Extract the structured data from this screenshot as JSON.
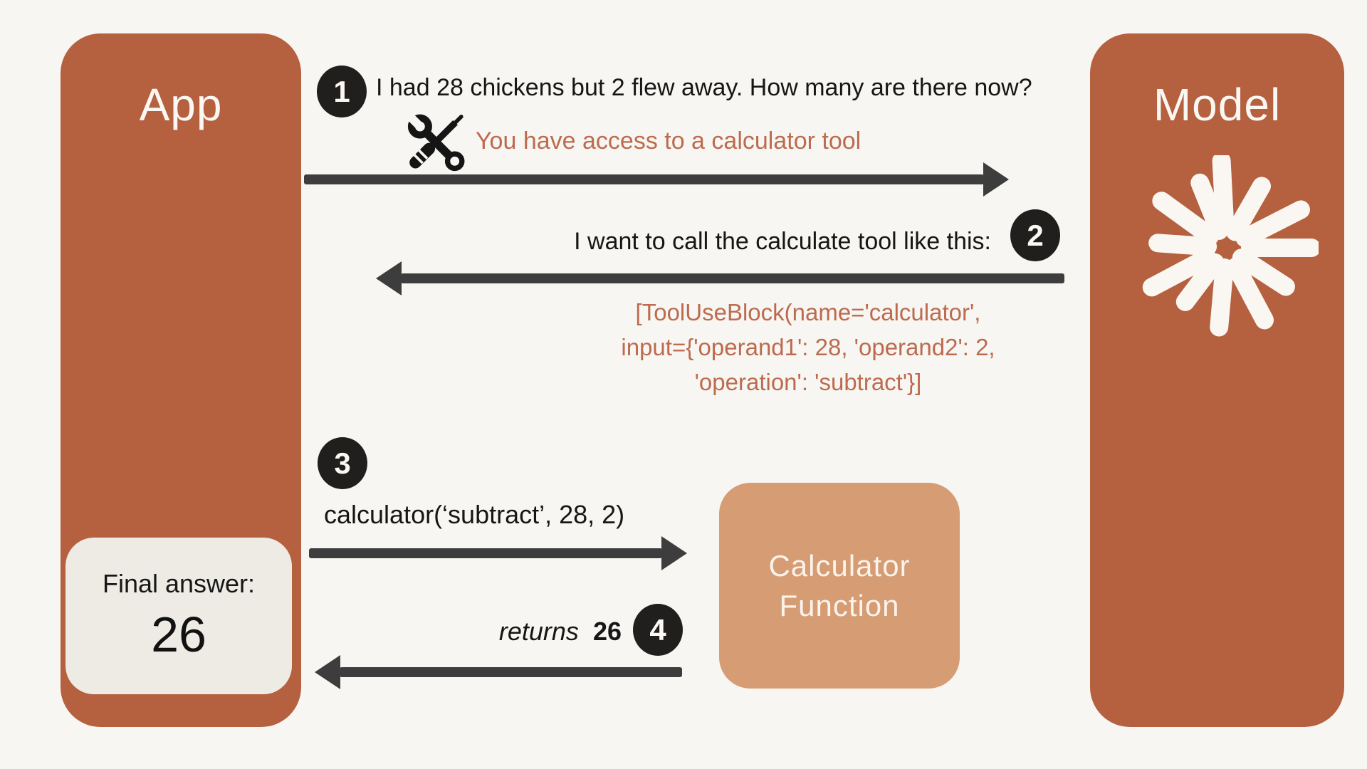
{
  "palette": {
    "background": "#f8f6f2",
    "actor_box": "#b5603f",
    "function_box": "#d69c74",
    "final_card": "#edebe4",
    "arrow": "#3d3d3d",
    "badge": "#201f1e",
    "accent_text": "#bc6b4e",
    "dark_text": "#161616",
    "light_text": "#fbf8f4"
  },
  "app": {
    "label": "App",
    "final_answer_label": "Final answer:",
    "final_answer_value": "26"
  },
  "model": {
    "label": "Model"
  },
  "calculator_box": {
    "line1": "Calculator",
    "line2": "Function"
  },
  "steps": {
    "s1": {
      "badge": "1",
      "message": "I had 28 chickens but 2 flew away. How many are there now?",
      "note": "You have access to a calculator tool"
    },
    "s2": {
      "badge": "2",
      "message": "I want to call the calculate tool like this:",
      "code1": "[ToolUseBlock(name='calculator',",
      "code2": "input={'operand1': 28, 'operand2': 2,",
      "code3": "'operation': 'subtract'}]"
    },
    "s3": {
      "badge": "3",
      "message": "calculator(‘subtract’, 28, 2)"
    },
    "s4": {
      "badge": "4",
      "message_italic": "returns",
      "message_value": "26"
    }
  },
  "icons": {
    "tools": "crossed-wrench-screwdriver-icon",
    "model_spark": "starburst-icon"
  }
}
